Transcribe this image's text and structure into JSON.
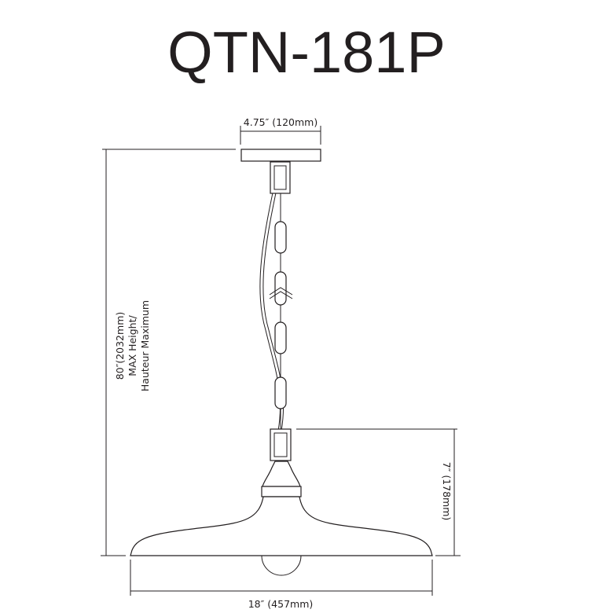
{
  "title": "QTN-181P",
  "dimensions": {
    "canopy_width": "4.75″ (120mm)",
    "max_height_line1": "80″(2032mm)",
    "max_height_line2": "MAX Height/",
    "max_height_line3": "Hauteur Maximum",
    "shade_height": "7″ (178mm)",
    "shade_width": "18″ (457mm)"
  }
}
